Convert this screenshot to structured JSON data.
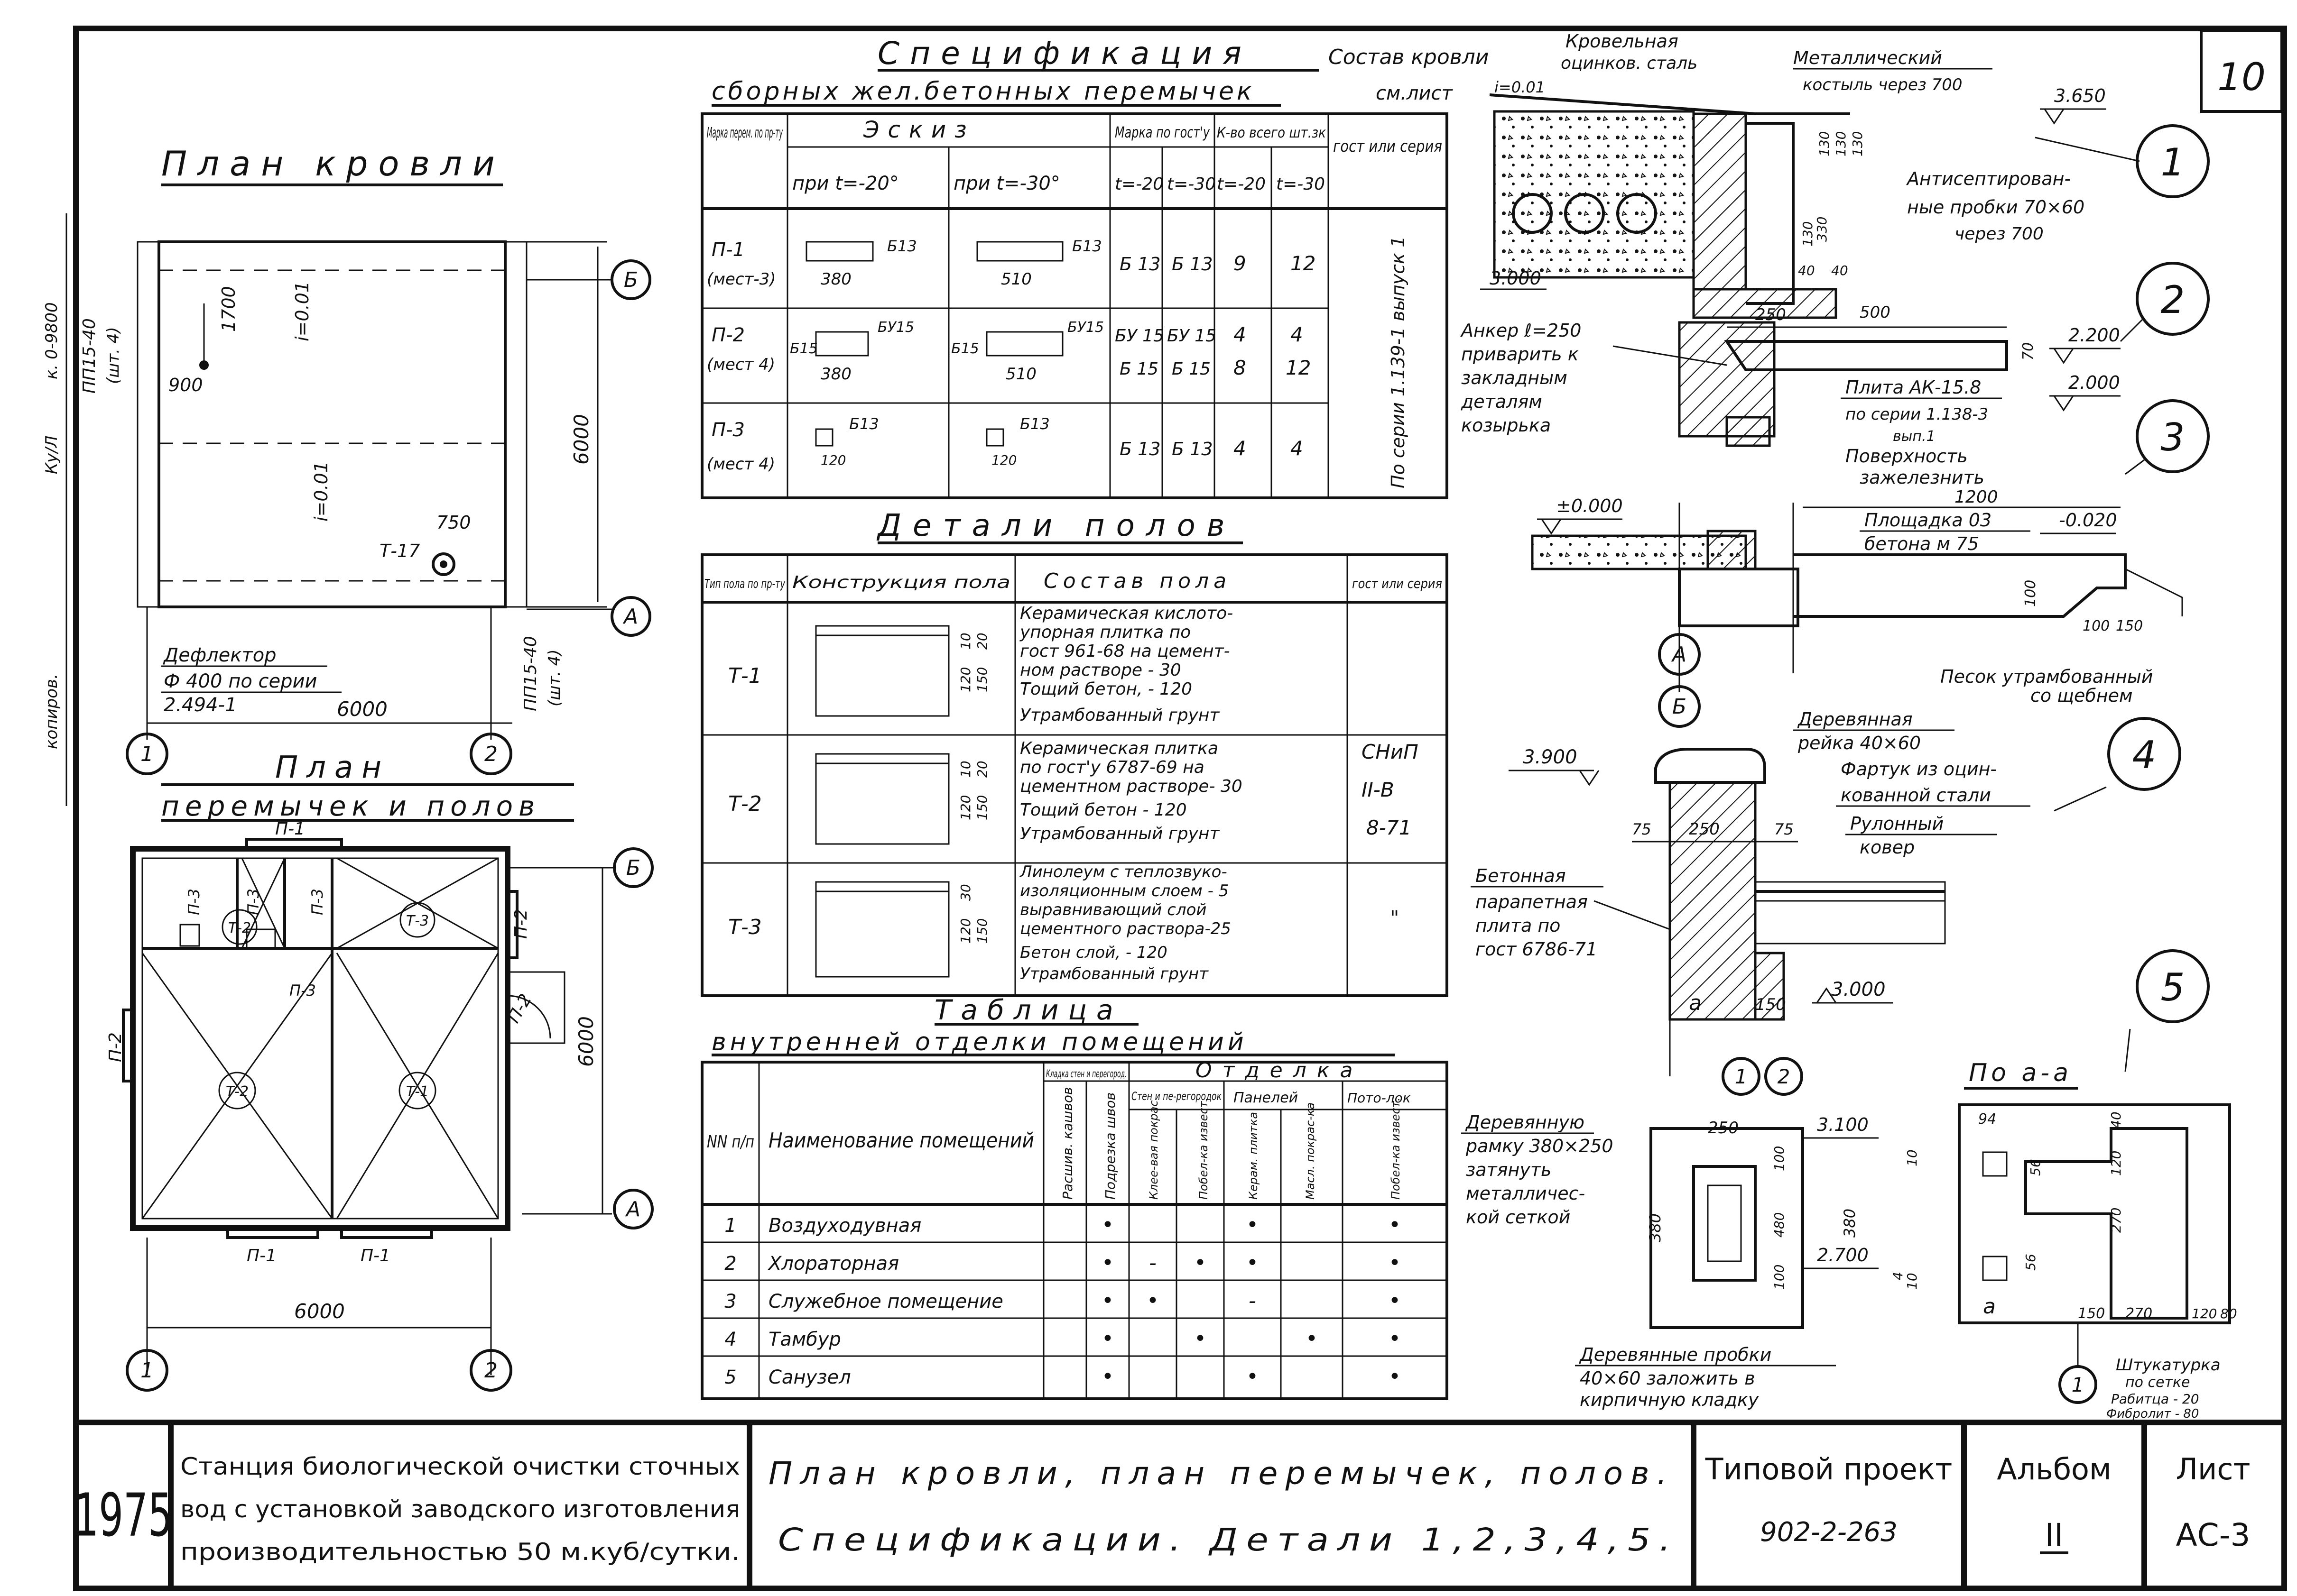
{
  "sheet_number": "10",
  "roof_plan": {
    "title": "План кровли",
    "dims": {
      "d1700": "1700",
      "d900": "900",
      "d750": "750",
      "d6000_side": "6000",
      "d6000_bottom": "6000"
    },
    "slope_top": "i=0.01",
    "slope_bottom": "i=0.01",
    "drain": "Т-17",
    "parapet_left": "ПП15-40",
    "parapet_left_sub": "(шт. 4)",
    "parapet_right": "ПП15-40",
    "parapet_right_sub": "(шт. 4)",
    "deflector_line1": "Дефлектор",
    "deflector_line2": "Ф 400 по серии",
    "deflector_line3": "2.494-1",
    "axes": {
      "one": "1",
      "two": "2",
      "A": "А",
      "B": "Б"
    }
  },
  "lintel_plan": {
    "title_line1": "План",
    "title_line2": "перемычек и полов",
    "labels": {
      "p1_top": "П-1",
      "p1_bl": "П-1",
      "p1_br": "П-1",
      "p2_left": "П-2",
      "p2_right": "П-2",
      "p2_mid": "П-2",
      "p3_a": "П-3",
      "p3_b": "П-3",
      "p3_c": "П-3",
      "p3_d": "П-3"
    },
    "floors": {
      "t2_small": "Т-2",
      "t3": "Т-3",
      "t2_big": "Т-2",
      "t1": "Т-1"
    },
    "dims": {
      "width": "6000",
      "height": "6000"
    },
    "axes": {
      "one": "1",
      "two": "2",
      "A": "А",
      "B": "Б"
    }
  },
  "lintel_spec": {
    "title": "Спецификация",
    "subtitle": "сборных жел.бетонных перемычек",
    "header": {
      "mark": "Марка перем. по пр-ту",
      "sketch": "Эскиз",
      "at20": "при t=-20°",
      "at30": "при t=-30°",
      "gost_mark": "Марка по гост'у",
      "qty": "К-во всего шт.зк",
      "t20": "t=-20",
      "t30": "t=-30",
      "gost": "гост или серия"
    },
    "rows": [
      {
        "mark": "П-1",
        "place": "(мест-3)",
        "sk1": "Б13",
        "sk1_len": "380",
        "sk2": "Б13",
        "sk2_len": "510",
        "m20": "Б 13",
        "m30": "Б 13",
        "q20": "9",
        "q30": "12"
      },
      {
        "mark": "П-2",
        "place": "(мест 4)",
        "sk1": "БУ15",
        "sk1_b": "Б15",
        "sk1_len": "380",
        "sk2": "БУ15",
        "sk2_b": "Б15",
        "sk2_len": "510",
        "m20": "БУ 15",
        "m20b": "Б 15",
        "m30": "БУ 15",
        "m30b": "Б 15",
        "q20": "4",
        "q20b": "8",
        "q30": "4",
        "q30b": "12"
      },
      {
        "mark": "П-3",
        "place": "(мест 4)",
        "sk1": "Б13",
        "sk1_len": "120",
        "sk2": "Б13",
        "sk2_len": "120",
        "m20": "Б 13",
        "m30": "Б 13",
        "q20": "4",
        "q30": "4"
      }
    ],
    "series": "По серии 1.139-1 выпуск 1"
  },
  "roof_composition": {
    "title": "Состав кровли",
    "ref": "см.лист"
  },
  "floor_details": {
    "title": "Детали полов",
    "header": {
      "type": "Тип пола по пр-ту",
      "construction": "Конструкция пола",
      "composition": "Состав пола",
      "gost": "гост или серия"
    },
    "rows": [
      {
        "type": "Т-1",
        "d1": "10",
        "d2": "20",
        "d3": "120",
        "d4": "150",
        "lines": [
          "Керамическая кислото-",
          "упорная плитка по",
          "гост 961-68 на цемент-",
          "ном растворе       - 30",
          "Тощий бетон,       - 120",
          "Утрамбованный грунт"
        ]
      },
      {
        "type": "Т-2",
        "d1": "10",
        "d2": "20",
        "d3": "120",
        "d4": "150",
        "lines": [
          "Керамическая плитка",
          "по гост'у 6787-69 на",
          "цементном растворе- 30",
          "Тощий бетон      - 120",
          "Утрамбованный грунт"
        ]
      },
      {
        "type": "Т-3",
        "d1": "30",
        "d2": "120",
        "d3": "150",
        "d4": "",
        "lines": [
          "Линолеум с теплозвуко-",
          "изоляционным слоем   - 5",
          "выравнивающий слой",
          "цементного раствора-25",
          "Бетон слой,        - 120",
          "Утрамбованный грунт"
        ]
      }
    ],
    "gost_1": "СНиП",
    "gost_2": "II-В",
    "gost_3": "8-71",
    "gost_ditto": "\""
  },
  "finish_table": {
    "title_line1": "Таблица",
    "title_line2": "внутренней отделки помещений",
    "header": {
      "num": "NN п/п",
      "name": "Наименование помещений",
      "masonry": "Кладка стен и перегород.",
      "finish": "Отделка",
      "c1": "Расшив. кашвов",
      "c2": "Подрезка швов",
      "walls": "Стен и пе-регородок",
      "c3": "Клее-вая покрас",
      "c4": "Побел-ка извест.",
      "panels": "Панелей",
      "c5": "Керам. плитка",
      "c6": "Масл. покрас-ка",
      "ceil": "Пото-лок",
      "c7": "Побел-ка извест."
    },
    "rows": [
      {
        "n": "1",
        "name": "Воздуходувная",
        "c2": "•",
        "c3": "",
        "c4": "",
        "c5": "•",
        "c6": "",
        "c7": "•"
      },
      {
        "n": "2",
        "name": "Хлораторная",
        "c2": "•",
        "c3": "-",
        "c4": "•",
        "c5": "•",
        "c6": "",
        "c7": "•"
      },
      {
        "n": "3",
        "name": "Служебное помещение",
        "c2": "•",
        "c3": "•",
        "c4": "",
        "c5": "-",
        "c6": "",
        "c7": "•"
      },
      {
        "n": "4",
        "name": "Тамбур",
        "c2": "•",
        "c3": "",
        "c4": "•",
        "c5": "",
        "c6": "•",
        "c7": "•"
      },
      {
        "n": "5",
        "name": "Санузел",
        "c2": "•",
        "c3": "",
        "c4": "",
        "c5": "•",
        "c6": "",
        "c7": "•"
      }
    ]
  },
  "detail1": {
    "callout": "1",
    "roofing": "Кровельная",
    "roofing2": "оцинков. сталь",
    "slope": "i=0.01",
    "bracket1": "Металлический",
    "bracket2": "костыль через 700",
    "lvl": "3.650",
    "plugs1": "Антисептирован-",
    "plugs2": "ные пробки 70×60",
    "plugs3": "через 700",
    "lvl2": "3.000",
    "d130a": "130",
    "d130b": "130",
    "d130c": "130",
    "d130d": "130",
    "d330": "330",
    "d40a": "40",
    "d40b": "40"
  },
  "detail2": {
    "callout": "2",
    "anchor1": "Анкер ℓ=250",
    "anchor2": "приварить к",
    "anchor3": "закладным",
    "anchor4": "деталям",
    "anchor5": "козырька",
    "d250": "250",
    "d500": "500",
    "d70": "70",
    "lvl1": "2.200",
    "lvl2": "2.000",
    "slab1": "Плита АК-15.8",
    "slab2": "по серии 1.138-3",
    "slab3": "вып.1"
  },
  "detail3": {
    "callout": "3",
    "surf1": "Поверхность",
    "surf2": "зажелезнить",
    "d1200": "1200",
    "pad1": "Площадка 03",
    "pad2": "бетона м 75",
    "lvl_zero": "±0.000",
    "lvl_m": "-0.020",
    "d100": "100",
    "d150": "150",
    "d100b": "100",
    "sand1": "Песок утрамбованный",
    "sand2": "со щебнем",
    "axisA": "А",
    "axisB": "Б"
  },
  "detail4": {
    "callout": "4",
    "lvl": "3.900",
    "rail1": "Деревянная",
    "rail2": "рейка 40×60",
    "apron1": "Фартук из оцин-",
    "apron2": "кованной стали",
    "carpet1": "Рулонный",
    "carpet2": "ковер",
    "parapet1": "Бетонная",
    "parapet2": "парапетная",
    "parapet3": "плита по",
    "parapet4": "гост 6786-71",
    "d75a": "75",
    "d250": "250",
    "d75b": "75",
    "d150": "150",
    "a": "а",
    "lvl2": "3.000",
    "axis1": "1",
    "axis2": "2"
  },
  "detail5": {
    "callout": "5",
    "frame1": "Деревянную",
    "frame2": "рамку 380×250",
    "frame3": "затянуть",
    "frame4": "металличес-",
    "frame5": "кой сеткой",
    "d250": "250",
    "d380": "380",
    "d380b": "380",
    "d100": "100",
    "d480": "480",
    "d100b": "100",
    "lvl1": "3.100",
    "lvl2": "2.700",
    "d10": "10",
    "d4": "4",
    "d10b": "10",
    "plugs1": "Деревянные пробки",
    "plugs2": "40×60 заложить в",
    "plugs3": "кирпичную кладку"
  },
  "section_aa": {
    "title": "По а-а",
    "d94": "94",
    "d56a": "56",
    "d120": "120",
    "d40": "40",
    "d270": "270",
    "d56b": "56",
    "a": "а",
    "d150": "150",
    "d270b": "270",
    "d120b": "120",
    "d80": "80",
    "stucco1": "Штукатурка",
    "stucco2": "по сетке",
    "stucco3": "Рабитца - 20",
    "stucco4": "Фибролит - 80",
    "axis1": "1"
  },
  "stamp": {
    "year": "1975",
    "project_line1": "Станция биологической очистки сточных",
    "project_line2": "вод с установкой заводского изготовления",
    "project_line3": "производительностью 50 м.куб/сутки.",
    "title_line1": "План кровли, план перемычек, полов.",
    "title_line2": "Спецификации. Детали 1,2,3,4,5.",
    "type_label": "Типовой проект",
    "type_num": "902-2-263",
    "album_label": "Альбом",
    "album_num": "II",
    "sheet_label": "Лист",
    "sheet_num": "АС-3"
  },
  "side_stamp": {
    "l1": "копиров.",
    "l2": "Ку/Л",
    "l3": "к. 0-9800",
    "l4": ""
  }
}
